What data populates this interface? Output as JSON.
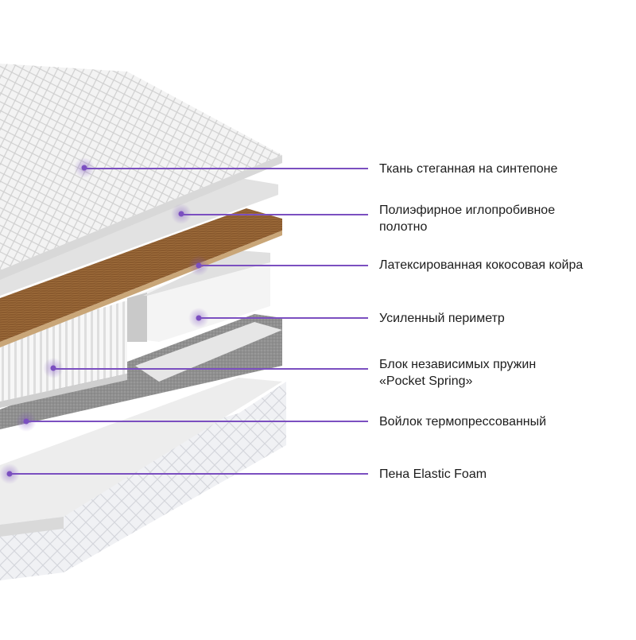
{
  "colors": {
    "accent": "#7b4fc0",
    "label_text": "#1c1c1c",
    "coir": "#8a5a2e",
    "felt": "#8e8e8e",
    "fabric": "#ececec",
    "background": "#ffffff"
  },
  "layers": [
    {
      "id": "quilted-fabric",
      "lines": [
        "Ткань стеганная на синтепоне"
      ]
    },
    {
      "id": "needle-punched-polyester",
      "lines": [
        "Полиэфирное иглопробивное",
        "полотно"
      ]
    },
    {
      "id": "latex-coconut-coir",
      "lines": [
        "Латексированная кокосовая койра"
      ]
    },
    {
      "id": "reinforced-perimeter",
      "lines": [
        "Усиленный периметр"
      ]
    },
    {
      "id": "pocket-spring-block",
      "lines": [
        "Блок независимых пружин",
        "«Pocket Spring»"
      ]
    },
    {
      "id": "thermo-pressed-felt",
      "lines": [
        "Войлок термопрессованный"
      ]
    },
    {
      "id": "elastic-foam",
      "lines": [
        "Пена Elastic Foam"
      ]
    }
  ]
}
